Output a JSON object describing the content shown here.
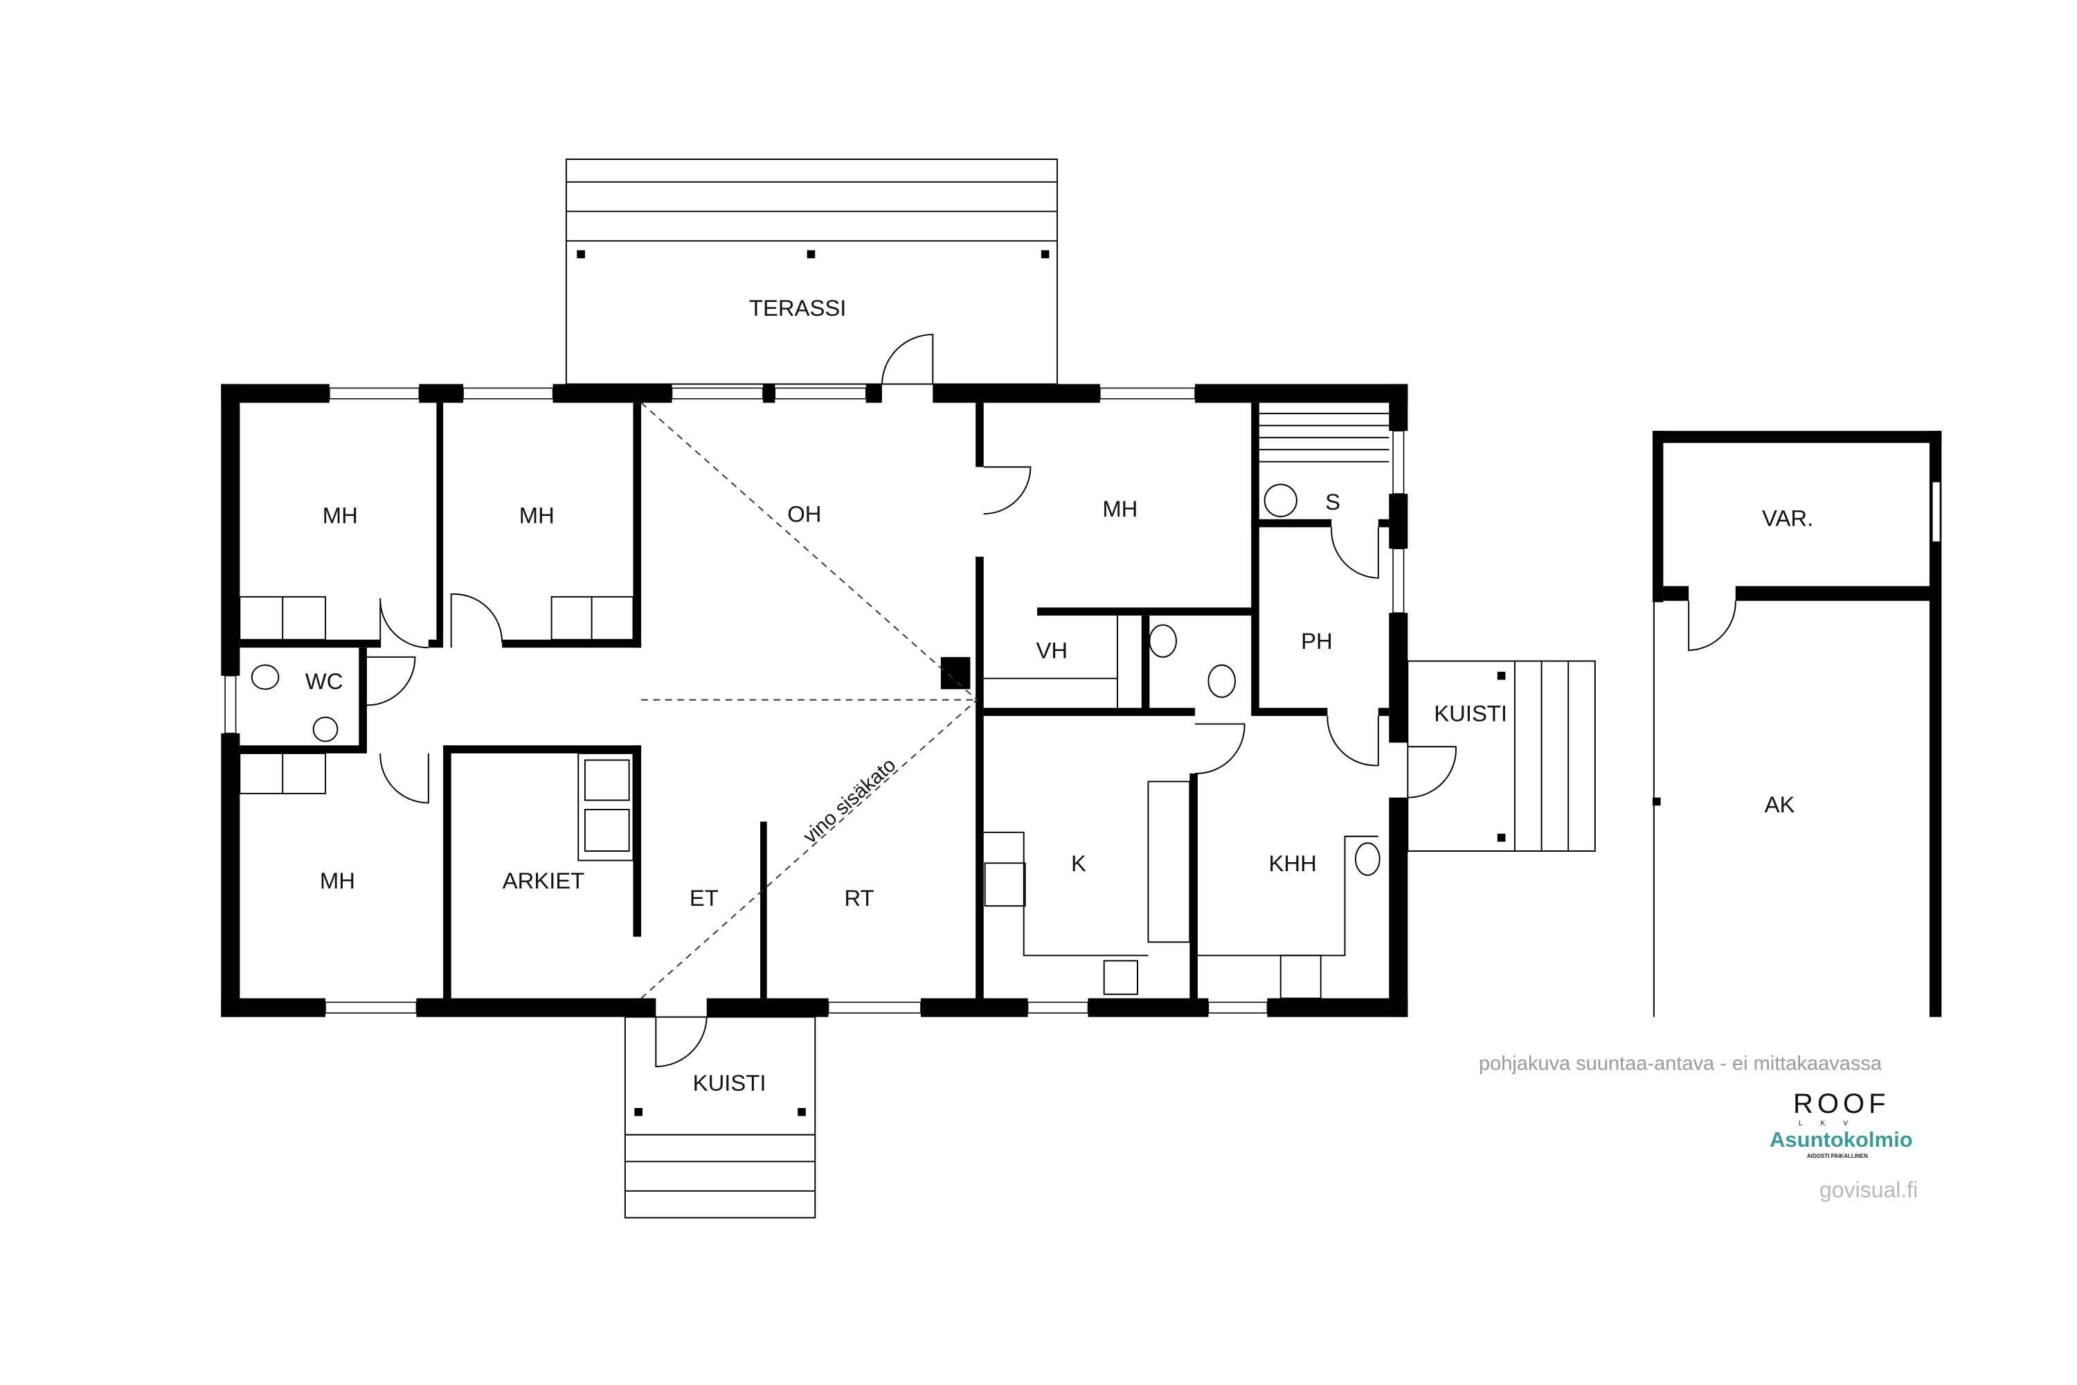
{
  "rooms": {
    "terrace": "TERASSI",
    "mh1": "MH",
    "mh2": "MH",
    "mh3": "MH",
    "mh4": "MH",
    "oh": "OH",
    "s": "S",
    "wc": "WC",
    "vh": "VH",
    "ph": "PH",
    "kuisti_right": "KUISTI",
    "arkiet": "ARKIET",
    "et": "ET",
    "rt": "RT",
    "k": "K",
    "khh": "KHH",
    "kuisti_front": "KUISTI",
    "var": "VAR.",
    "ak": "AK",
    "sloped_ceiling": "vino sisäkato"
  },
  "footer": {
    "note": "pohjakuva suuntaa-antava - ei mittakaavassa",
    "logo_roof": "ROOF",
    "logo_roof_sub": "LKV",
    "logo_asuntokolmio": "Asuntokolmio",
    "logo_asuntokolmio_sub": "AIDOSTI PAIKALLINEN",
    "credit": "govisual.fi"
  },
  "colors": {
    "walls": "#000000",
    "brand_teal": "#3a9a9a",
    "note_gray": "#9a9a9a"
  }
}
